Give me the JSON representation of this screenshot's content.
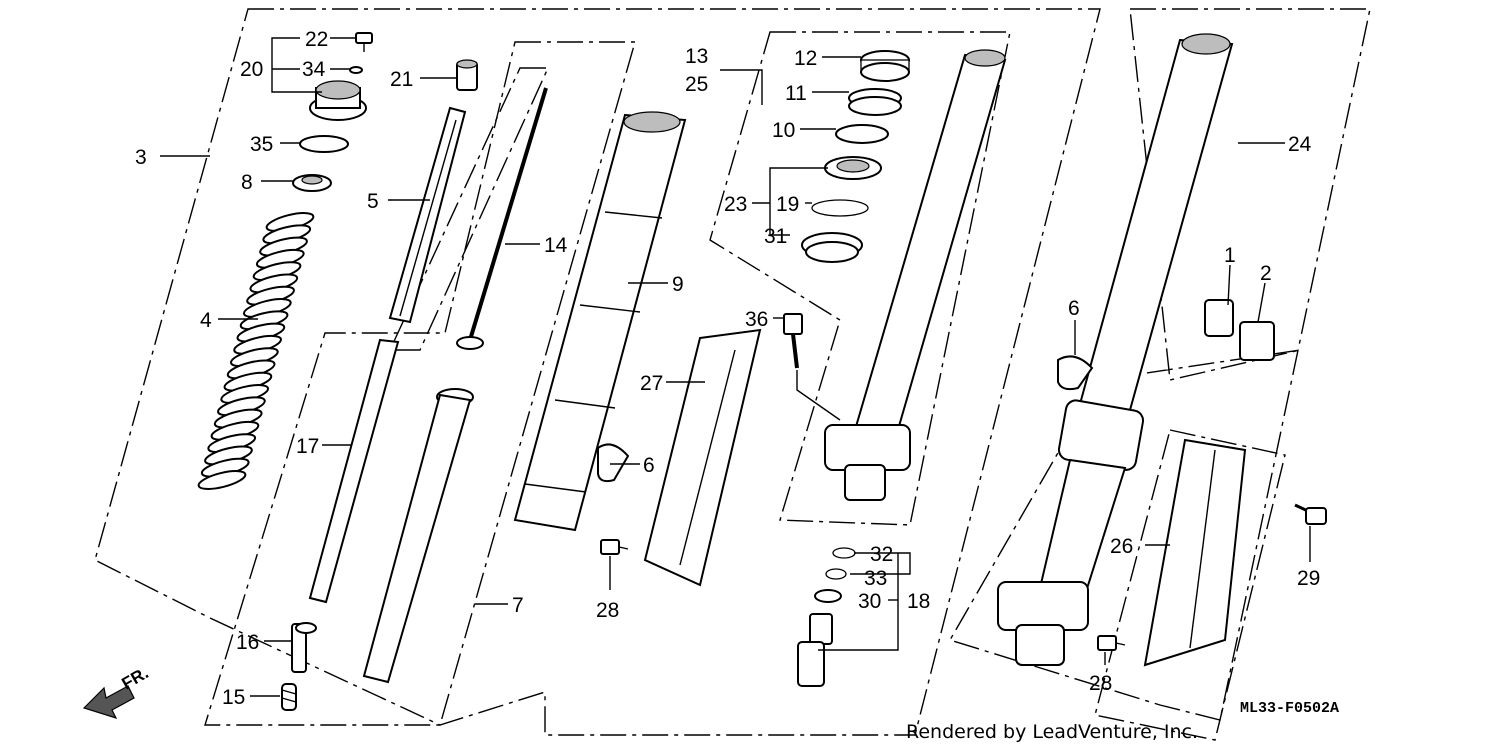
{
  "diagram": {
    "callouts": {
      "p1": "1",
      "p2": "2",
      "p3": "3",
      "p4": "4",
      "p5": "5",
      "p6a": "6",
      "p6b": "6",
      "p7": "7",
      "p8": "8",
      "p9": "9",
      "p10": "10",
      "p11": "11",
      "p12": "12",
      "p13": "13",
      "p14": "14",
      "p15": "15",
      "p16": "16",
      "p17": "17",
      "p18": "18",
      "p19": "19",
      "p20": "20",
      "p21": "21",
      "p22": "22",
      "p23": "23",
      "p24": "24",
      "p25": "25",
      "p26": "26",
      "p27": "27",
      "p28a": "28",
      "p28b": "28",
      "p29": "29",
      "p30": "30",
      "p31": "31",
      "p32": "32",
      "p33": "33",
      "p34": "34",
      "p35": "35",
      "p36": "36"
    },
    "diagram_code": "ML33-F0502A",
    "credit": "Rendered by LeadVenture, Inc.",
    "front_arrow_label": "FR."
  }
}
